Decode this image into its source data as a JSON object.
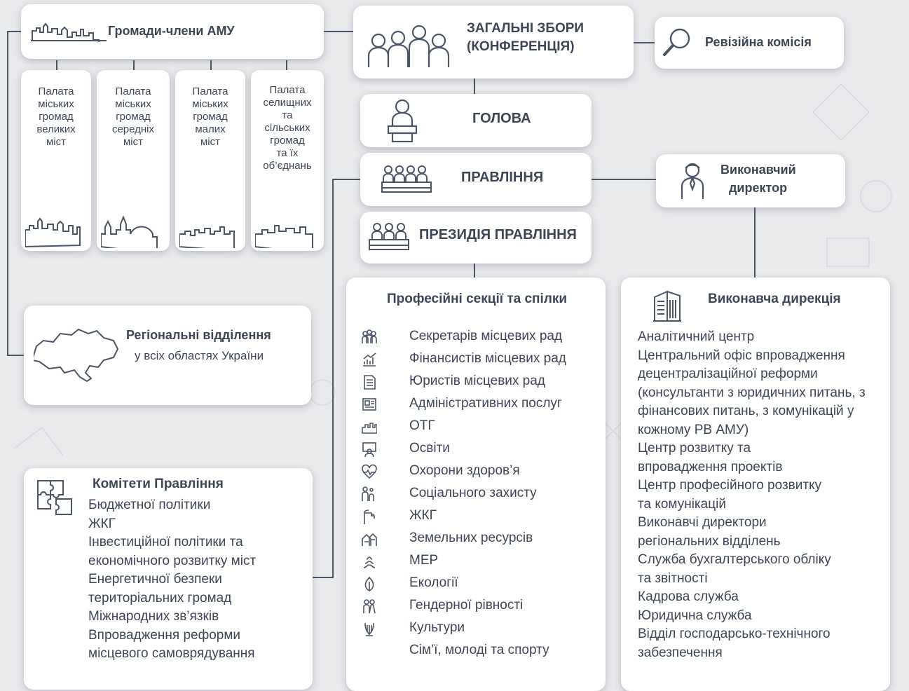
{
  "members": {
    "title": "Громади-члени АМУ"
  },
  "chambers": [
    {
      "label": "Палата\nміських\nгромад\nвеликих\nміст"
    },
    {
      "label": "Палата\nміських\nгромад\nсередніх\nміст"
    },
    {
      "label": "Палата\nміських\nгромад\nмалих\nміст"
    },
    {
      "label": "Палата\nселищних\nта\nсільських\nгромад\nта їх\nоб’єднань"
    }
  ],
  "assembly": {
    "line1": "ЗАГАЛЬНІ ЗБОРИ",
    "line2": "(КОНФЕРЕНЦІЯ)"
  },
  "audit": {
    "title": "Ревізійна комісія"
  },
  "head": {
    "title": "ГОЛОВА"
  },
  "board": {
    "title": "ПРАВЛІННЯ"
  },
  "presidium": {
    "title": "ПРЕЗИДІЯ ПРАВЛІННЯ"
  },
  "exec_director": {
    "line1": "Виконавчий",
    "line2": "директор"
  },
  "regional": {
    "title": "Регіональні відділення",
    "subtitle": "у всіх областях України"
  },
  "sections": {
    "title": "Професійні секції та спілки",
    "items": [
      {
        "label": "Секретарів місцевих рад",
        "icon": "people-icon"
      },
      {
        "label": "Фінансистів місцевих рад",
        "icon": "finance-chart-icon"
      },
      {
        "label": "Юристів місцевих рад",
        "icon": "document-icon"
      },
      {
        "label": "Адміністративних послуг",
        "icon": "service-icon"
      },
      {
        "label": "ОТГ",
        "icon": "town-icon"
      },
      {
        "label": "Освіти",
        "icon": "teacher-icon"
      },
      {
        "label": "Охорони здоров’я",
        "icon": "heart-icon"
      },
      {
        "label": "Соціального захисту",
        "icon": "family-icon"
      },
      {
        "label": "ЖКГ",
        "icon": "faucet-icon"
      },
      {
        "label": "Земельних ресурсів",
        "icon": "houses-icon"
      },
      {
        "label": "МЕР",
        "icon": "mayor-icon"
      },
      {
        "label": "Екології",
        "icon": "leaf-icon"
      },
      {
        "label": "Гендерної рівності",
        "icon": "gender-icon"
      },
      {
        "label": "Культури",
        "icon": "lyre-icon"
      },
      {
        "label": "Сім’ї, молоді та спорту",
        "icon": ""
      }
    ]
  },
  "exec_directorate": {
    "title": "Виконавча дирекція",
    "lines": [
      "Аналітичний центр",
      "Центральний офіс впровадження",
      "децентралізаційної реформи",
      "(консультанти з юридичних питань, з",
      "фінансових питань, з комунікацій у",
      "кожному РВ АМУ)",
      "Центр розвитку та",
      "впровадження проектів",
      "Центр професійного розвитку",
      "та комунікацій",
      "Виконавчі директори",
      "регіональних відділень",
      "Служба бухгалтерського обліку",
      "та звітності",
      "Кадрова служба",
      "Юридична служба",
      "Відділ господарсько-технічного",
      "забезпечення"
    ]
  },
  "committees": {
    "title": "Комітети Правління",
    "lines": [
      "Бюджетної політики",
      "ЖКГ",
      "Інвестиційної політики та",
      "економічного розвитку міст",
      "Енергетичної безпеки",
      "територіальних громад",
      "Міжнародних зв’язків",
      "Впровадження реформи",
      "місцевого самоврядування"
    ]
  }
}
